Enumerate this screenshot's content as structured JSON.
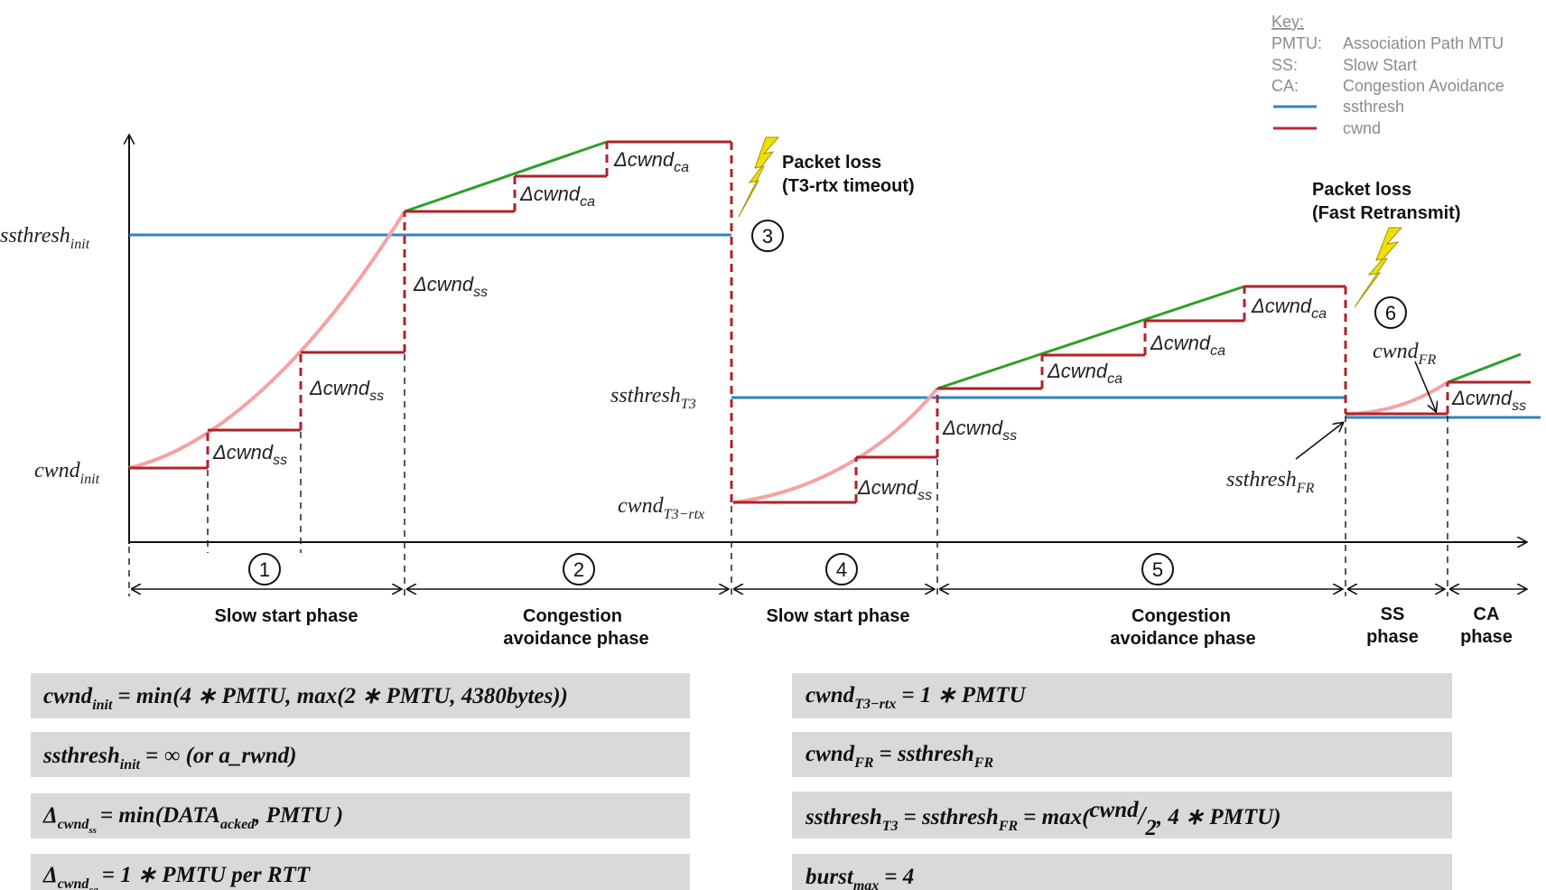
{
  "key": {
    "title": "Key:",
    "items": [
      {
        "abbr": "PMTU:",
        "text": "Association Path MTU"
      },
      {
        "abbr": "SS:",
        "text": "Slow Start"
      },
      {
        "abbr": "CA:",
        "text": "Congestion Avoidance"
      }
    ],
    "lines": [
      {
        "label": "ssthresh",
        "color": "#2e86c1"
      },
      {
        "label": "cwnd",
        "color": "#c0272d"
      }
    ]
  },
  "colors": {
    "ssthresh": "#2e86c1",
    "cwnd": "#c0272d",
    "ca_slope": "#2ca02c",
    "ss_curve": "#f08a8a",
    "lightning": "#f0e000"
  },
  "labels": {
    "ssthresh_init": {
      "base": "ssthresh",
      "sub": "init"
    },
    "cwnd_init": {
      "base": "cwnd",
      "sub": "init"
    },
    "ssthresh_t3": {
      "base": "ssthresh",
      "sub": "T3"
    },
    "cwnd_t3rtx": {
      "base": "cwnd",
      "sub": "T3−rtx"
    },
    "ssthresh_fr": {
      "base": "ssthresh",
      "sub": "FR"
    },
    "cwnd_fr": {
      "base": "cwnd",
      "sub": "FR"
    },
    "delta": "Δ",
    "dss": {
      "base": "cwnd",
      "sub": "ss"
    },
    "dca": {
      "base": "cwnd",
      "sub": "ca"
    }
  },
  "events": {
    "t3": {
      "line1": "Packet loss",
      "line2": "(T3-rtx timeout)",
      "num": "3"
    },
    "fr": {
      "line1": "Packet loss",
      "line2": "(Fast Retransmit)",
      "num": "6"
    }
  },
  "phases": [
    {
      "num": "1",
      "line1": "Slow start phase",
      "line2": ""
    },
    {
      "num": "2",
      "line1": "Congestion",
      "line2": "avoidance phase"
    },
    {
      "num": "4",
      "line1": "Slow start phase",
      "line2": ""
    },
    {
      "num": "5",
      "line1": "Congestion",
      "line2": "avoidance phase"
    },
    {
      "num": "",
      "line1": "SS",
      "line2": "phase"
    },
    {
      "num": "",
      "line1": "CA",
      "line2": "phase"
    }
  ],
  "formulas": {
    "f1": {
      "lhs": "cwnd",
      "lhs_sub": "init",
      "rhs": "= min(4 ∗ PMTU, max(2 ∗ PMTU, 4380bytes))"
    },
    "f2": {
      "lhs": "ssthresh",
      "lhs_sub": "init",
      "rhs": "= ∞ (or a_rwnd)"
    },
    "f3": {
      "lhs": "Δ",
      "lhs_sub": "cwnd",
      "lhs_subsub": "ss",
      "rhs_a": "= min(DATA",
      "rhs_sub": "acked",
      "rhs_b": ", PMTU )"
    },
    "f4": {
      "lhs": "Δ",
      "lhs_sub": "cwnd",
      "lhs_subsub": "ca",
      "rhs": "= 1 ∗ PMTU per RTT"
    },
    "f5": {
      "lhs": "cwnd",
      "lhs_sub": "T3−rtx",
      "rhs": "= 1 ∗ PMTU"
    },
    "f6": {
      "lhs": "cwnd",
      "lhs_sub": "FR",
      "rhs": "= ssthresh",
      "rhs_sub": "FR"
    },
    "f7": {
      "lhs": "ssthresh",
      "lhs_sub": "T3",
      "mid": "= ssthresh",
      "mid_sub": "FR",
      "rhs_a": "= max(",
      "frac_num": "cwnd",
      "frac_den": "2",
      "rhs_b": ", 4 ∗ PMTU)"
    },
    "f8": {
      "lhs": "burst",
      "lhs_sub": "max",
      "rhs": "= 4"
    }
  }
}
